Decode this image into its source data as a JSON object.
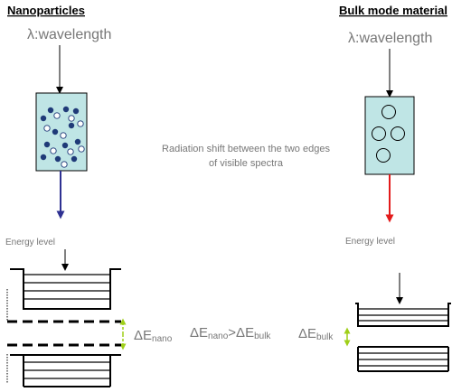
{
  "left": {
    "title": "Nanoparticles",
    "wavelength": "λ:wavelength",
    "energy_label": "Energy level",
    "delta_symbol": "ΔE",
    "delta_sub": "nano",
    "arrow_color": "#2e3192"
  },
  "right": {
    "title": "Bulk mode material",
    "wavelength": "λ:wavelength",
    "energy_label": "Energy level",
    "delta_symbol": "ΔE",
    "delta_sub": "bulk",
    "arrow_color": "#e31b1b"
  },
  "center": {
    "shift_line1": "Radiation shift between the two edges",
    "shift_line2": "of visible spectra",
    "cmp_sym1": "ΔE",
    "cmp_sub1": "nano",
    "cmp_op": ">",
    "cmp_sym2": "ΔE",
    "cmp_sub2": "bulk"
  },
  "colors": {
    "box_fill": "#bfe5e5",
    "particle_dark": "#1f3a78",
    "gap_arrow": "#9fcf18",
    "text_gray": "#777777"
  }
}
